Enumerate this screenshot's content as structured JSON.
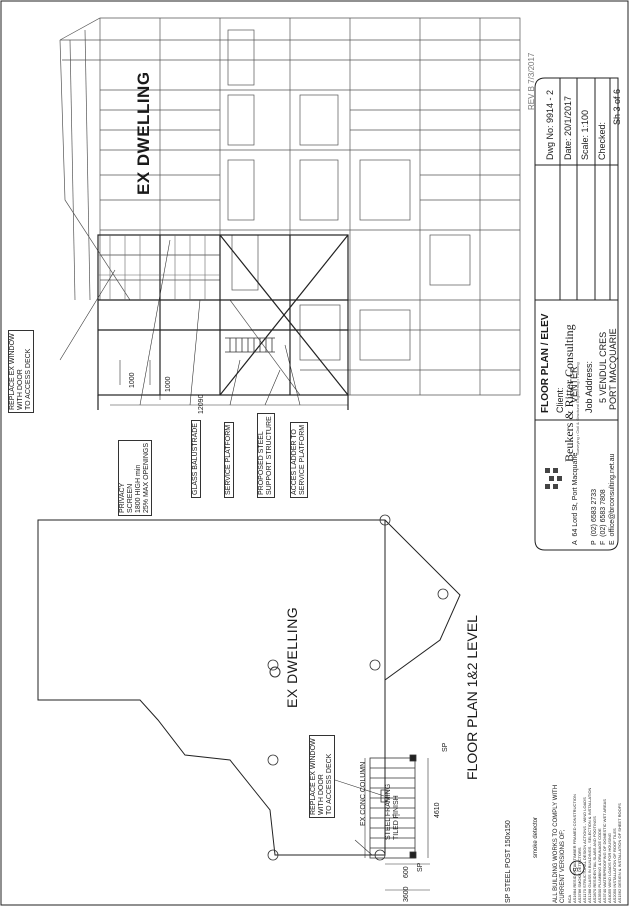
{
  "sheet": {
    "revision": "REV B 7/3/2017",
    "elevation_title": "EX DWELLING",
    "plan_title": "FLOOR PLAN 1&2 LEVEL",
    "plan_dwelling_label": "EX DWELLING"
  },
  "elevation_callouts": {
    "replace_window": [
      "REPLACE EX WINDOW",
      "WITH DOOR",
      "TO ACCESS DECK"
    ],
    "privacy": [
      "PRIVACY",
      "SCREEN",
      "1800 HIGH min",
      "25% MAX OPENINGS"
    ],
    "glass": "GLASS BALUSTRADE",
    "service": "SERVICE PLATFORM",
    "steel": [
      "PROPOSED STEEL",
      "SUPPORT STRUCTURE"
    ],
    "ladder": [
      "ACCES LADDER TO",
      "SERVICE PLATFORM"
    ],
    "dim_1000_a": "1000",
    "dim_1000_b": "1000",
    "dim_12090": "12090"
  },
  "plan_callouts": {
    "replace_window": [
      "REPLACE EX WINDOW",
      "WITH DOOR",
      "TO ACCESS DECK"
    ],
    "ex_column": "EX CONC COLUMN",
    "framing": [
      "STEEL FRAMING",
      "TILED FINISH"
    ],
    "sp_a": "SP",
    "sp_b": "SP",
    "dim_4610": "4610",
    "dim_600": "600",
    "dim_3600": "3600"
  },
  "legend": {
    "sp_note": "SP STEEL POST 150x150",
    "smoke_symbol": "S",
    "smoke_label": "smoke detector",
    "compliance": [
      "ALL BUILDING WORKS TO COMPLY WITH",
      "CURRENT VERSIONS OF;"
    ],
    "standards": [
      "BCA",
      "AS1684   RESIDENTIAL TIMBER FRAMED CONSTRUCTION",
      "AS3786   SMOKE DETECTORS",
      "AS1170   STRUCTURAL DESIGN ACTIONS - WIND LOADS",
      "AS1288   GLASS IN BUILDINGS - SELECTION & INSTALLATION",
      "AS2870   RESIDENTIAL SLABS AND FOOTINGS",
      "AS3500   PLUMBING & DRAINAGE CODE",
      "AS3740   WATERPROOFING OF DOMESTIC WET AREAS",
      "AS4055   WIND LOADS FOR HOUSING",
      "AS2050   INSTALLATION OF ROOF TILES",
      "AS1562   DESIGN & INSTALLATION OF SHEET ROOFS"
    ]
  },
  "company": {
    "name": "Beukers & Ritter Consulting",
    "tagline": "Surveying • Civil & Structural Engineering • Planning",
    "address_prefix": "A",
    "address": "64 Lord St, Port Macquarie",
    "phone_prefix": "P",
    "phone": "(02) 6583 2733",
    "fax_prefix": "F",
    "fax": "(02) 6583 7808",
    "email_prefix": "E",
    "email": "office@brconsulting.net.au"
  },
  "title_block": {
    "drawing_title": "FLOOR PLAN / ELEV",
    "client_label": "Client:",
    "client": "VENTER",
    "job_label": "Job Address:",
    "address_1": "5 VENDUL CRES",
    "address_2": "PORT MACQUARIE",
    "dwg_no": "Dwg No: 9914 - 2",
    "date": "Date:  20/1/2017",
    "scale": "Scale:  1:100",
    "checked": "Checked:",
    "sheet": "Sh   3   of   6"
  }
}
